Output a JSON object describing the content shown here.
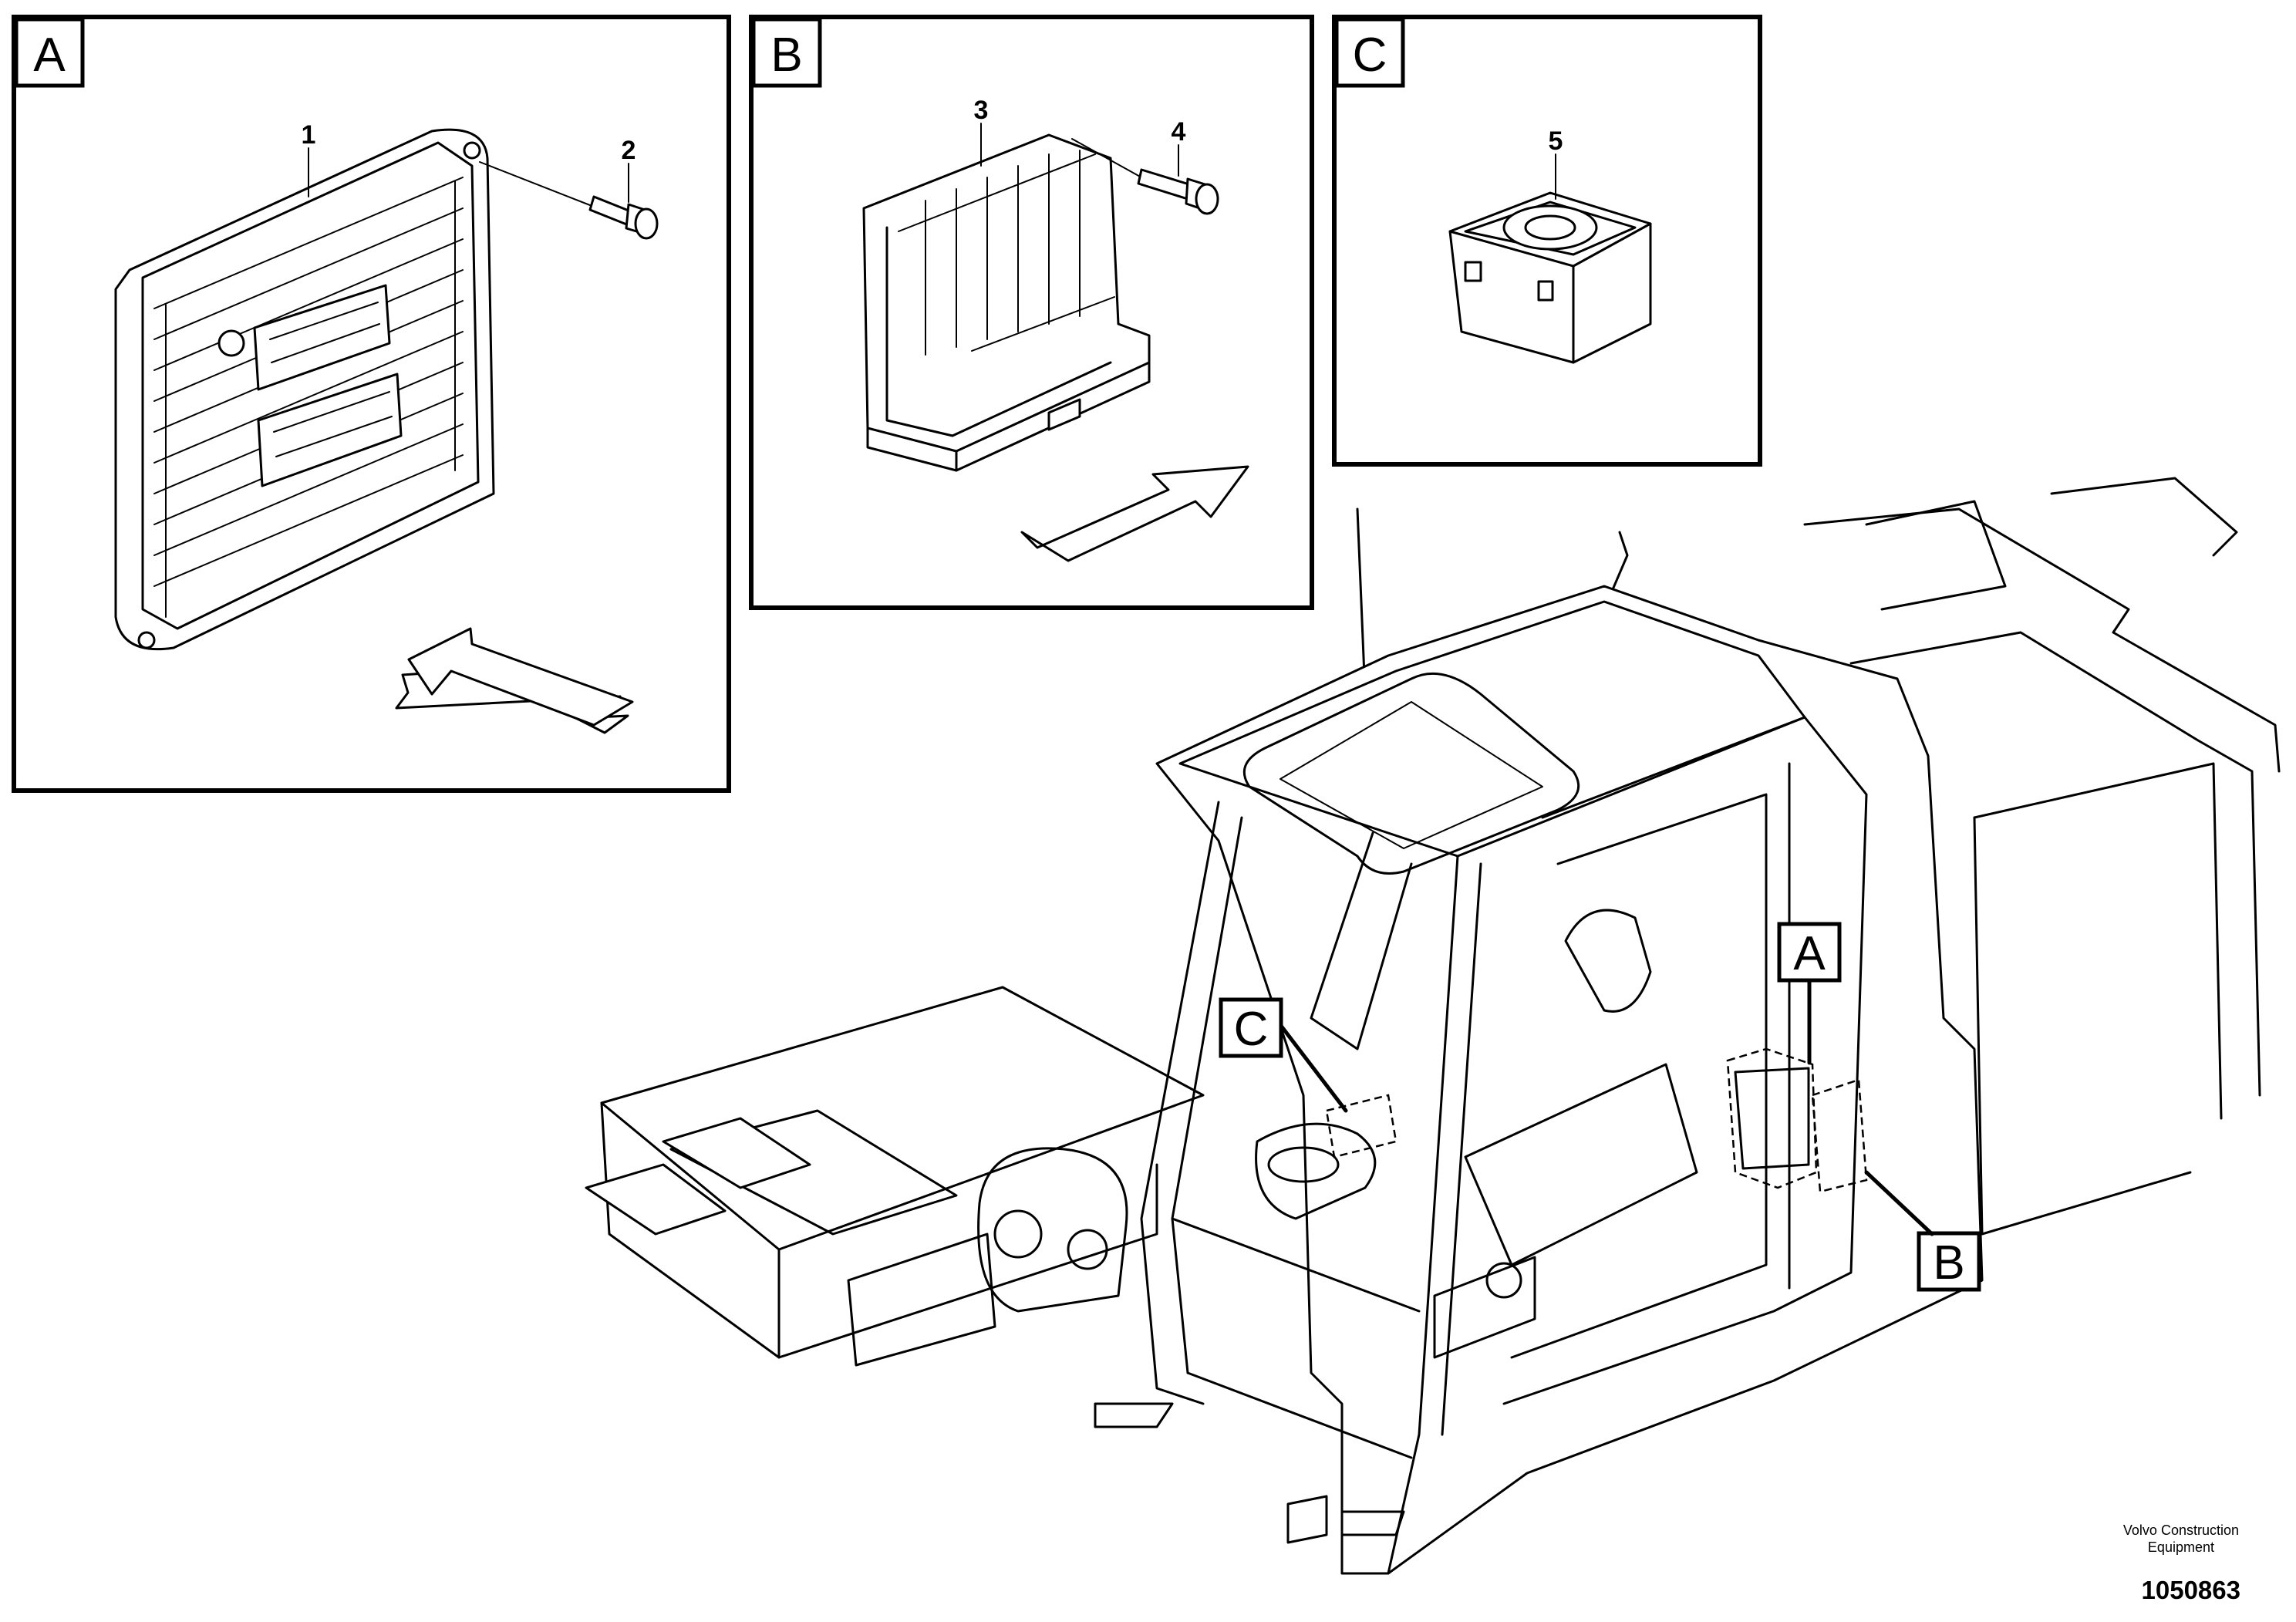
{
  "callouts": {
    "A": "A",
    "B": "B",
    "C": "C"
  },
  "part_numbers": {
    "p1": "1",
    "p2": "2",
    "p3": "3",
    "p4": "4",
    "p5": "5"
  },
  "credit": {
    "line1": "Volvo Construction",
    "line2": "Equipment"
  },
  "document_number": "1050863"
}
